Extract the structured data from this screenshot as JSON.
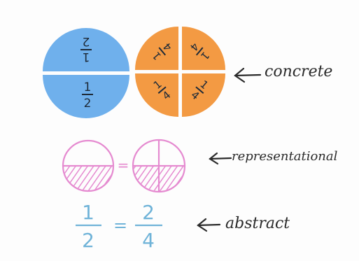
{
  "colors": {
    "blue_piece": "#6fb0ec",
    "orange_piece": "#f39a43",
    "pink_marker": "#e58ad0",
    "blue_marker": "#6fb3d8",
    "black_marker": "#2b2b2b"
  },
  "concrete": {
    "blue_circle": {
      "top_fraction": "1/2",
      "bottom_fraction": "1/2"
    },
    "orange_circle": {
      "pieces": [
        "1/4",
        "1/4",
        "1/4",
        "1/4"
      ]
    },
    "label": "concrete"
  },
  "representational": {
    "equals": "=",
    "left_circle_shaded_parts": "1 of 2",
    "right_circle_shaded_parts": "2 of 4",
    "label": "representational"
  },
  "abstract": {
    "left": {
      "numerator": "1",
      "denominator": "2"
    },
    "equals": "=",
    "right": {
      "numerator": "2",
      "denominator": "4"
    },
    "label": "abstract"
  }
}
